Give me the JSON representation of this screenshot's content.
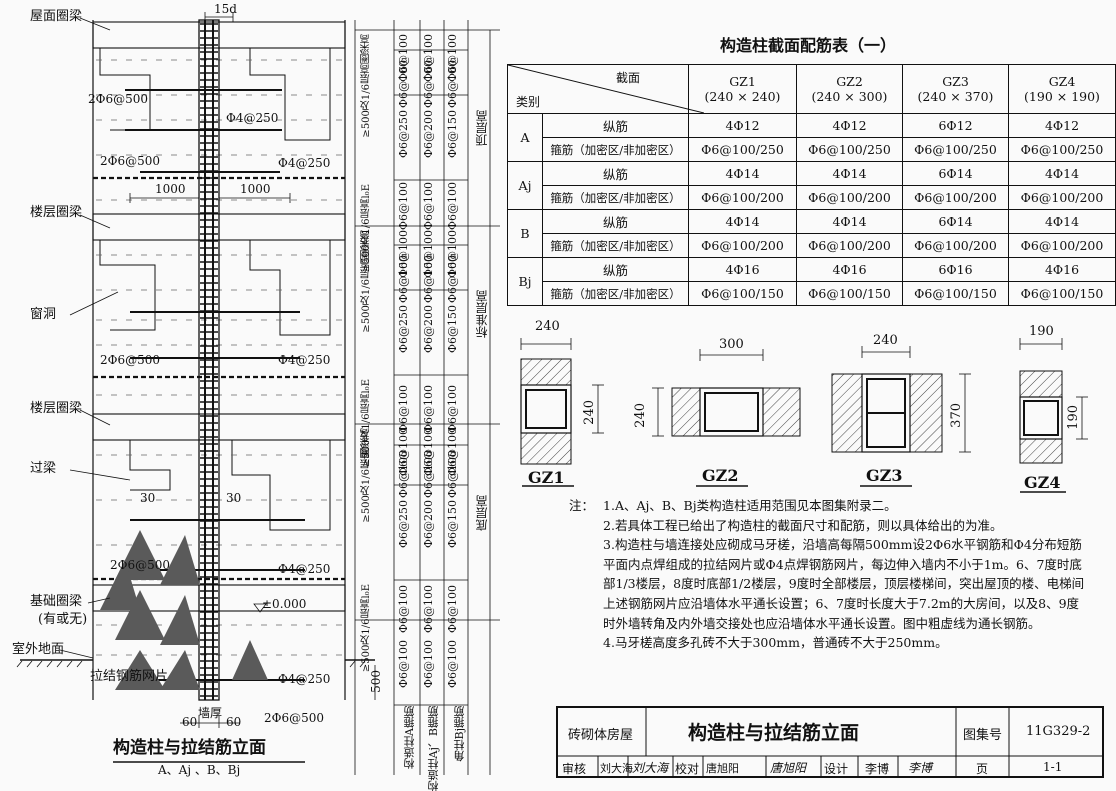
{
  "elevation": {
    "top_dim": "15d",
    "labels": {
      "roof_ring_beam": "屋面圈梁",
      "floor_ring_beam_1": "楼层圈梁",
      "window": "窗洞",
      "floor_ring_beam_2": "楼层圈梁",
      "lintel": "过梁",
      "foundation_ring_beam": "基础圈梁",
      "optional": "(有或无)",
      "outdoor_ground": "室外地面",
      "mesh": "拉结钢筋网片"
    },
    "rebar": {
      "r1": "2Φ6@500",
      "r2": "Φ4@250",
      "r3": "2Φ6@500",
      "r4": "Φ4@250",
      "r5": "2Φ6@500",
      "r6": "Φ4@250",
      "r7": "2Φ6@500",
      "r8": "Φ4@250",
      "r9": "Φ4@250",
      "r10": "2Φ6@500"
    },
    "dims": {
      "d1000a": "1000",
      "d1000b": "1000",
      "d30a": "30",
      "d30b": "30",
      "elev0": "±0.000",
      "d500": "500",
      "d60a": "60",
      "d60b": "60",
      "wall_thickness": "墙厚"
    },
    "title": "构造柱与拉结筋立面",
    "subtitle": "A、Aj 、B、Bj"
  },
  "stirrup_columns": {
    "col1_groups": [
      "圈梁高",
      "≥500及1/6层高",
      "≥500及1/6层高l₀E",
      "圈梁高",
      "≥500及1/6层高",
      "≥500及1/6层高l₀E",
      "圈梁高",
      "≥500及1/6层高",
      "≥500及1/6层高l₀E"
    ],
    "col2": [
      "Φ6@100",
      "Φ6@100",
      "Φ6@250",
      "Φ6@100",
      "Φ6@100",
      "Φ6@100",
      "Φ6@250",
      "Φ6@100",
      "Φ6@100",
      "Φ6@100",
      "Φ6@250",
      "Φ6@100",
      "Φ6@100"
    ],
    "col3": [
      "Φ6@100",
      "Φ6@100",
      "Φ6@200",
      "Φ6@100",
      "Φ6@100",
      "Φ6@100",
      "Φ6@200",
      "Φ6@100",
      "Φ6@100",
      "Φ6@100",
      "Φ6@200",
      "Φ6@100",
      "Φ6@100"
    ],
    "col4": [
      "Φ6@100",
      "Φ6@100",
      "Φ6@150",
      "Φ6@100",
      "Φ6@100",
      "Φ6@100",
      "Φ6@150",
      "Φ6@100",
      "Φ6@100",
      "Φ6@100",
      "Φ6@150",
      "Φ6@100",
      "Φ6@100"
    ],
    "floors": {
      "top": "顶层高",
      "standard": "标准层高",
      "bottom": "底层高"
    },
    "bottom_labels": [
      "构造柱A箍筋",
      "构造柱Aj、B箍筋",
      "角柱Bj箍筋"
    ]
  },
  "table": {
    "title": "构造柱截面配筋表（一）",
    "header": {
      "section": "截面",
      "category": "类别"
    },
    "columns": [
      {
        "name": "GZ1",
        "size": "(240 × 240)"
      },
      {
        "name": "GZ2",
        "size": "(240 × 300)"
      },
      {
        "name": "GZ3",
        "size": "(240 × 370)"
      },
      {
        "name": "GZ4",
        "size": "(190 × 190)"
      }
    ],
    "rows": [
      {
        "cat": "A",
        "long_label": "纵筋",
        "stir_label": "箍筋（加密区/非加密区）",
        "long": [
          "4Φ12",
          "4Φ12",
          "6Φ12",
          "4Φ12"
        ],
        "stir": [
          "Φ6@100/250",
          "Φ6@100/250",
          "Φ6@100/250",
          "Φ6@100/250"
        ]
      },
      {
        "cat": "Aj",
        "long_label": "纵筋",
        "stir_label": "箍筋（加密区/非加密区）",
        "long": [
          "4Φ14",
          "4Φ14",
          "6Φ14",
          "4Φ14"
        ],
        "stir": [
          "Φ6@100/200",
          "Φ6@100/200",
          "Φ6@100/200",
          "Φ6@100/200"
        ]
      },
      {
        "cat": "B",
        "long_label": "纵筋",
        "stir_label": "箍筋（加密区/非加密区）",
        "long": [
          "4Φ14",
          "4Φ14",
          "6Φ14",
          "4Φ14"
        ],
        "stir": [
          "Φ6@100/200",
          "Φ6@100/200",
          "Φ6@100/200",
          "Φ6@100/200"
        ]
      },
      {
        "cat": "Bj",
        "long_label": "纵筋",
        "stir_label": "箍筋（加密区/非加密区）",
        "long": [
          "4Φ16",
          "4Φ16",
          "6Φ16",
          "4Φ16"
        ],
        "stir": [
          "Φ6@100/150",
          "Φ6@100/150",
          "Φ6@100/150",
          "Φ6@100/150"
        ]
      }
    ]
  },
  "sections": {
    "gz1": {
      "name": "GZ1",
      "w": "240",
      "h": "240"
    },
    "gz2": {
      "name": "GZ2",
      "w": "300",
      "h": "240"
    },
    "gz3": {
      "name": "GZ3",
      "w": "240",
      "h": "370"
    },
    "gz4": {
      "name": "GZ4",
      "w": "190",
      "h": "190"
    }
  },
  "notes": {
    "label": "注：",
    "items": [
      {
        "k": "1.",
        "text": "A、Aj、B、Bj类构造柱适用范围见本图集附录二。"
      },
      {
        "k": "2.",
        "text": "若具体工程已给出了构造柱的截面尺寸和配筋，则以具体给出的为准。"
      },
      {
        "k": "3.",
        "text": "构造柱与墙连接处应砌成马牙槎，沿墙高每隔500mm设2Φ6水平钢筋和Φ4分布短筋平面内点焊组成的拉结网片或Φ4点焊钢筋网片，每边伸入墙内不小于1m。6、7度时底部1/3楼层，8度时底部1/2楼层，9度时全部楼层，顶层楼梯间，突出屋顶的楼、电梯间上述钢筋网片应沿墙体水平通长设置；6、7度时长度大于7.2m的大房间，以及8、9度时外墙转角及内外墙交接处也应沿墙体水平通长设置。图中粗虚线为通长钢筋。"
      },
      {
        "k": "4.",
        "text": "马牙槎高度多孔砖不大于300mm，普通砖不大于250mm。"
      }
    ]
  },
  "title_block": {
    "category": "砖砌体房屋",
    "title": "构造柱与拉结筋立面",
    "atlas_label": "图集号",
    "atlas_no": "11G329-2",
    "review_label": "审核",
    "reviewer": "刘大海",
    "reviewer_sig": "刘大海",
    "check_label": "校对",
    "checker": "唐旭阳",
    "checker_sig": "唐旭阳",
    "design_label": "设计",
    "designer": "李博",
    "designer_sig": "李博",
    "page_label": "页",
    "page": "1-1"
  }
}
